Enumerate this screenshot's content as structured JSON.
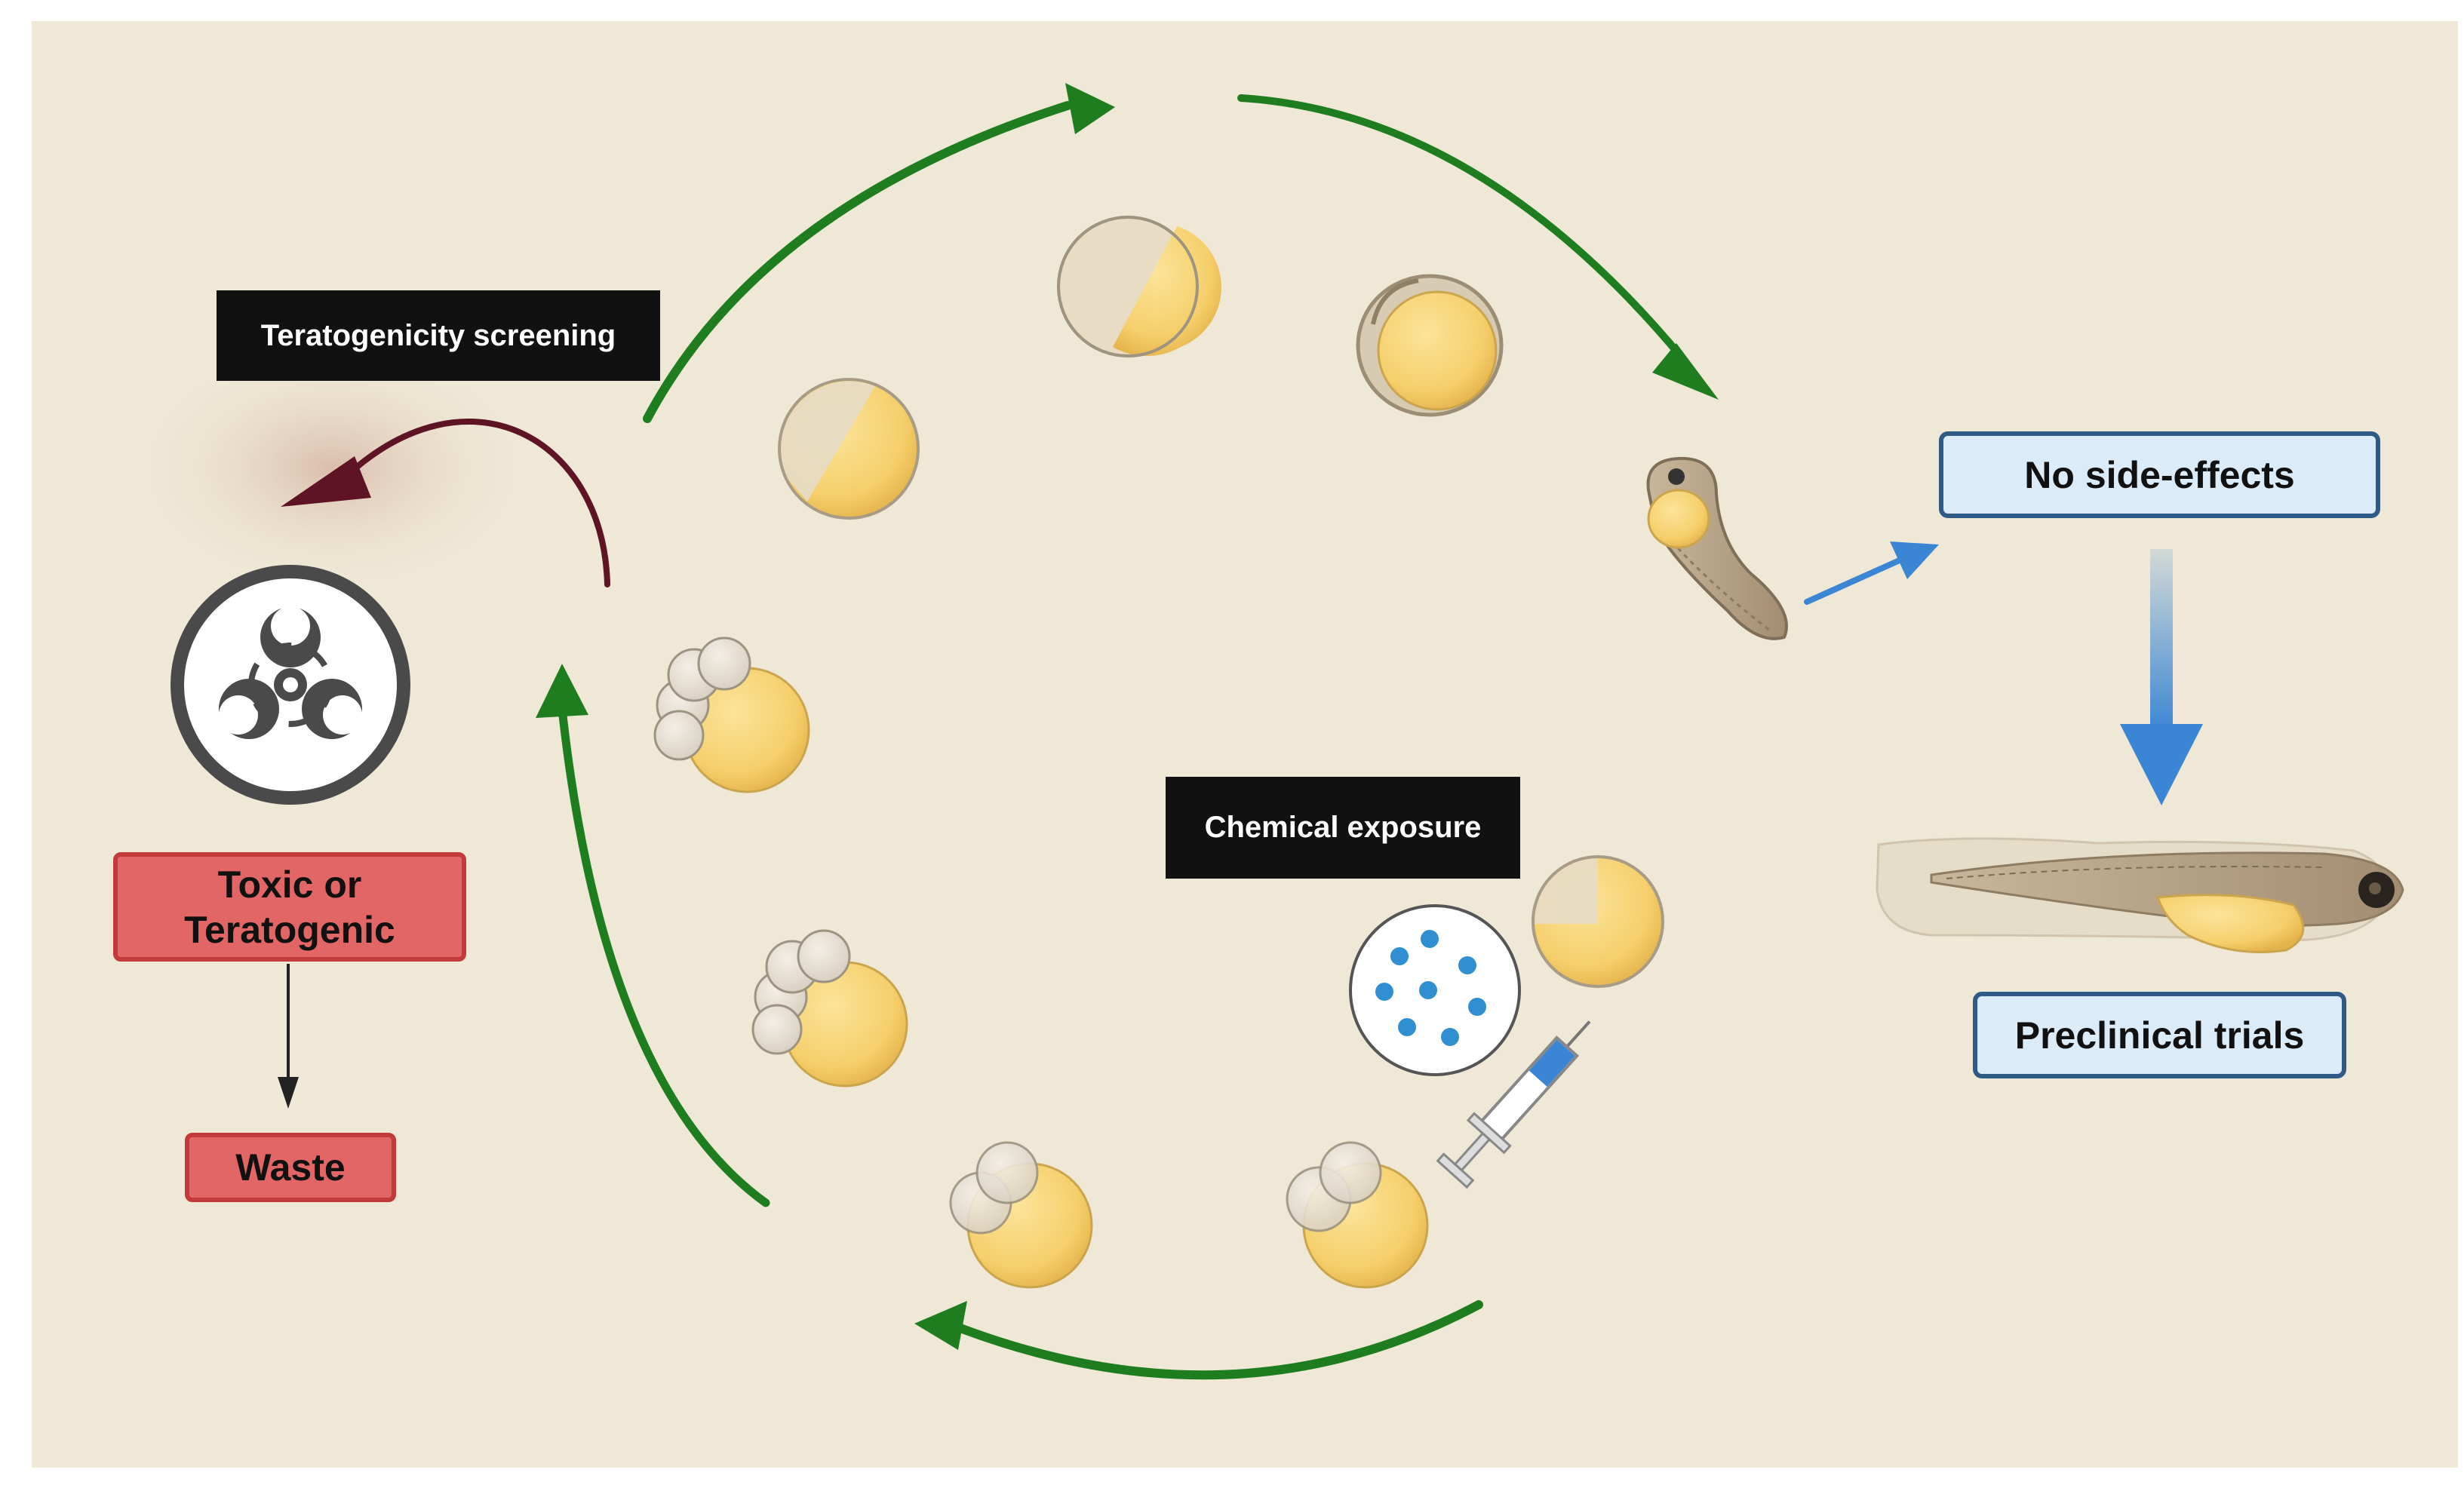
{
  "labels": {
    "teratogenicity": "Teratogenicity screening",
    "chemical_exposure": "Chemical exposure",
    "no_side_effects": "No side-effects",
    "preclinical": "Preclinical trials",
    "toxic_line1": "Toxic or",
    "toxic_line2": "Teratogenic",
    "waste": "Waste"
  },
  "colors": {
    "background": "#efe8d6",
    "cycle_arrow": "#1e7d1e",
    "screening_arrow": "#5e1424",
    "yolk": "#f6cf6b",
    "outcome_arrow": "#3a86d4",
    "toxic_box": "#e26666",
    "info_box": "#dcebf8"
  },
  "icons": [
    "biohazard-icon",
    "chemical-dish-icon",
    "syringe-icon",
    "zebrafish-larva-icon",
    "zebrafish-embryo-icon"
  ]
}
